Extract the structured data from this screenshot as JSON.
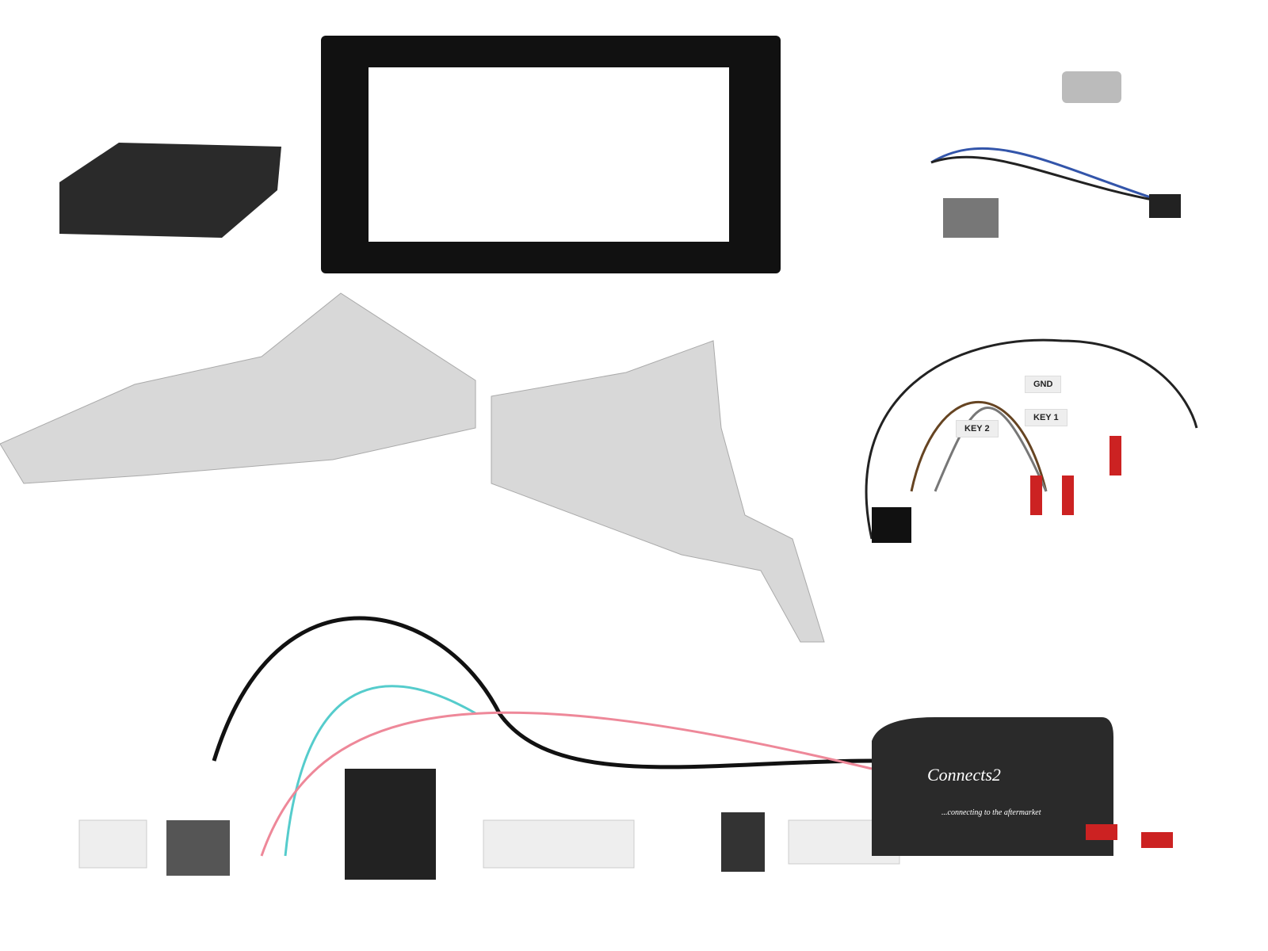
{
  "image": {
    "description": "Car stereo double DIN fitting kit with fascia, brackets, harnesses and steering control interface"
  },
  "labels": {
    "gnd": "GND",
    "key1": "KEY 1",
    "key2": "KEY 2"
  },
  "interface_box": {
    "brand": "Connects2",
    "tagline": "...connecting to the aftermarket"
  }
}
